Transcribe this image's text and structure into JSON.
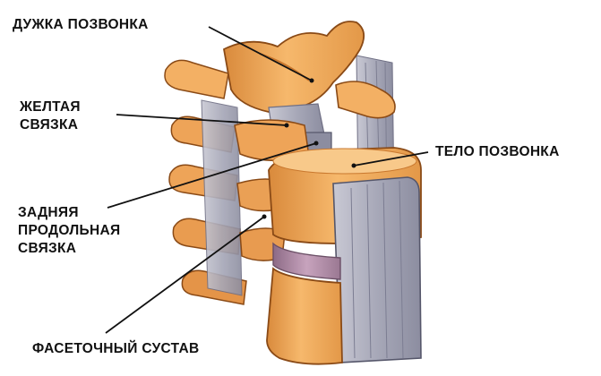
{
  "labels": {
    "arch": [
      "ДУЖКА ПОЗВОНКА"
    ],
    "ligamentum_flavum": [
      "ЖЕЛТАЯ",
      "СВЯЗКА"
    ],
    "posterior_ligament": [
      "ЗАДНЯЯ",
      "ПРОДОЛЬНАЯ",
      "СВЯЗКА"
    ],
    "facet_joint": [
      "ФАСЕТОЧНЫЙ СУСТАВ"
    ],
    "vertebral_body": [
      "ТЕЛО ПОЗВОНКА"
    ]
  },
  "colors": {
    "bone": "#f0a556",
    "bone_light": "#f8c98a",
    "bone_shadow": "#c9782e",
    "outline": "#8a4a16",
    "ligament": "#9fa0b2",
    "ligament_dark": "#6f6f84",
    "disc": "#b08aa6",
    "leader_line": "#111111"
  }
}
